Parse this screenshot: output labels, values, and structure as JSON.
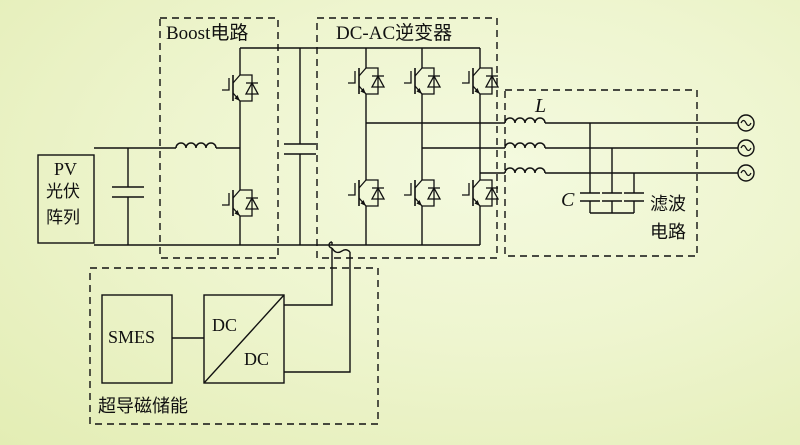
{
  "diagram": {
    "boost_label": "Boost电路",
    "inverter_label": "DC-AC逆变器",
    "pv_line1": "PV",
    "pv_line2": "光伏",
    "pv_line3": "阵列",
    "inductor_label": "L",
    "capacitor_label": "C",
    "filter_line1": "滤波",
    "filter_line2": "电路",
    "smes_label": "SMES",
    "dcdc_top": "DC",
    "dcdc_bottom": "DC",
    "storage_label": "超导磁储能"
  },
  "colors": {
    "line": "#111111",
    "background": "#eef5cf"
  }
}
